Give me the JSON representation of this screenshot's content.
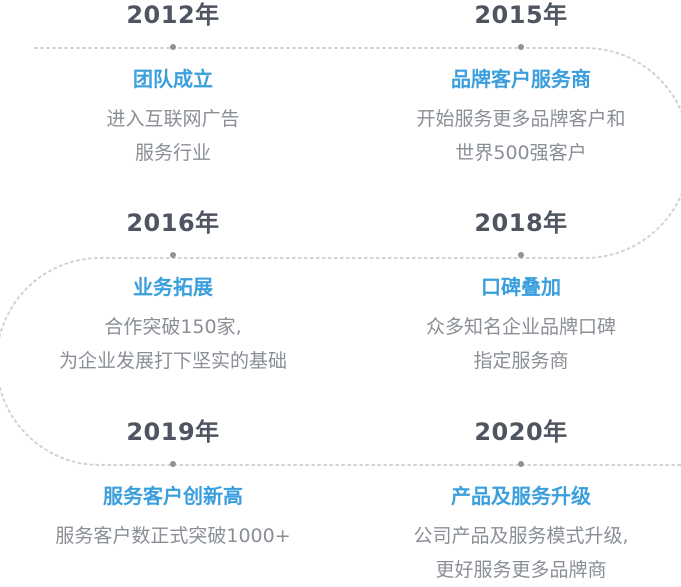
{
  "timeline": [
    {
      "year": "2012年",
      "title": "团队成立",
      "desc": [
        "进入互联网广告",
        "服务行业"
      ]
    },
    {
      "year": "2015年",
      "title": "品牌客户服务商",
      "desc": [
        "开始服务更多品牌客户和",
        "世界500强客户"
      ]
    },
    {
      "year": "2016年",
      "title": "业务拓展",
      "desc": [
        "合作突破150家,",
        "为企业发展打下坚实的基础"
      ]
    },
    {
      "year": "2018年",
      "title": "口碑叠加",
      "desc": [
        "众多知名企业品牌口碑",
        "指定服务商"
      ]
    },
    {
      "year": "2019年",
      "title": "服务客户创新高",
      "desc": [
        "服务客户数正式突破1000+"
      ]
    },
    {
      "year": "2020年",
      "title": "产品及服务升级",
      "desc": [
        "公司产品及服务模式升级,",
        "更好服务更多品牌商"
      ]
    }
  ],
  "colors": {
    "year": "#4e5561",
    "title": "#3a9fdc",
    "desc": "#8a8f96",
    "path": "#cfd3d8",
    "dot": "#8d939b"
  }
}
